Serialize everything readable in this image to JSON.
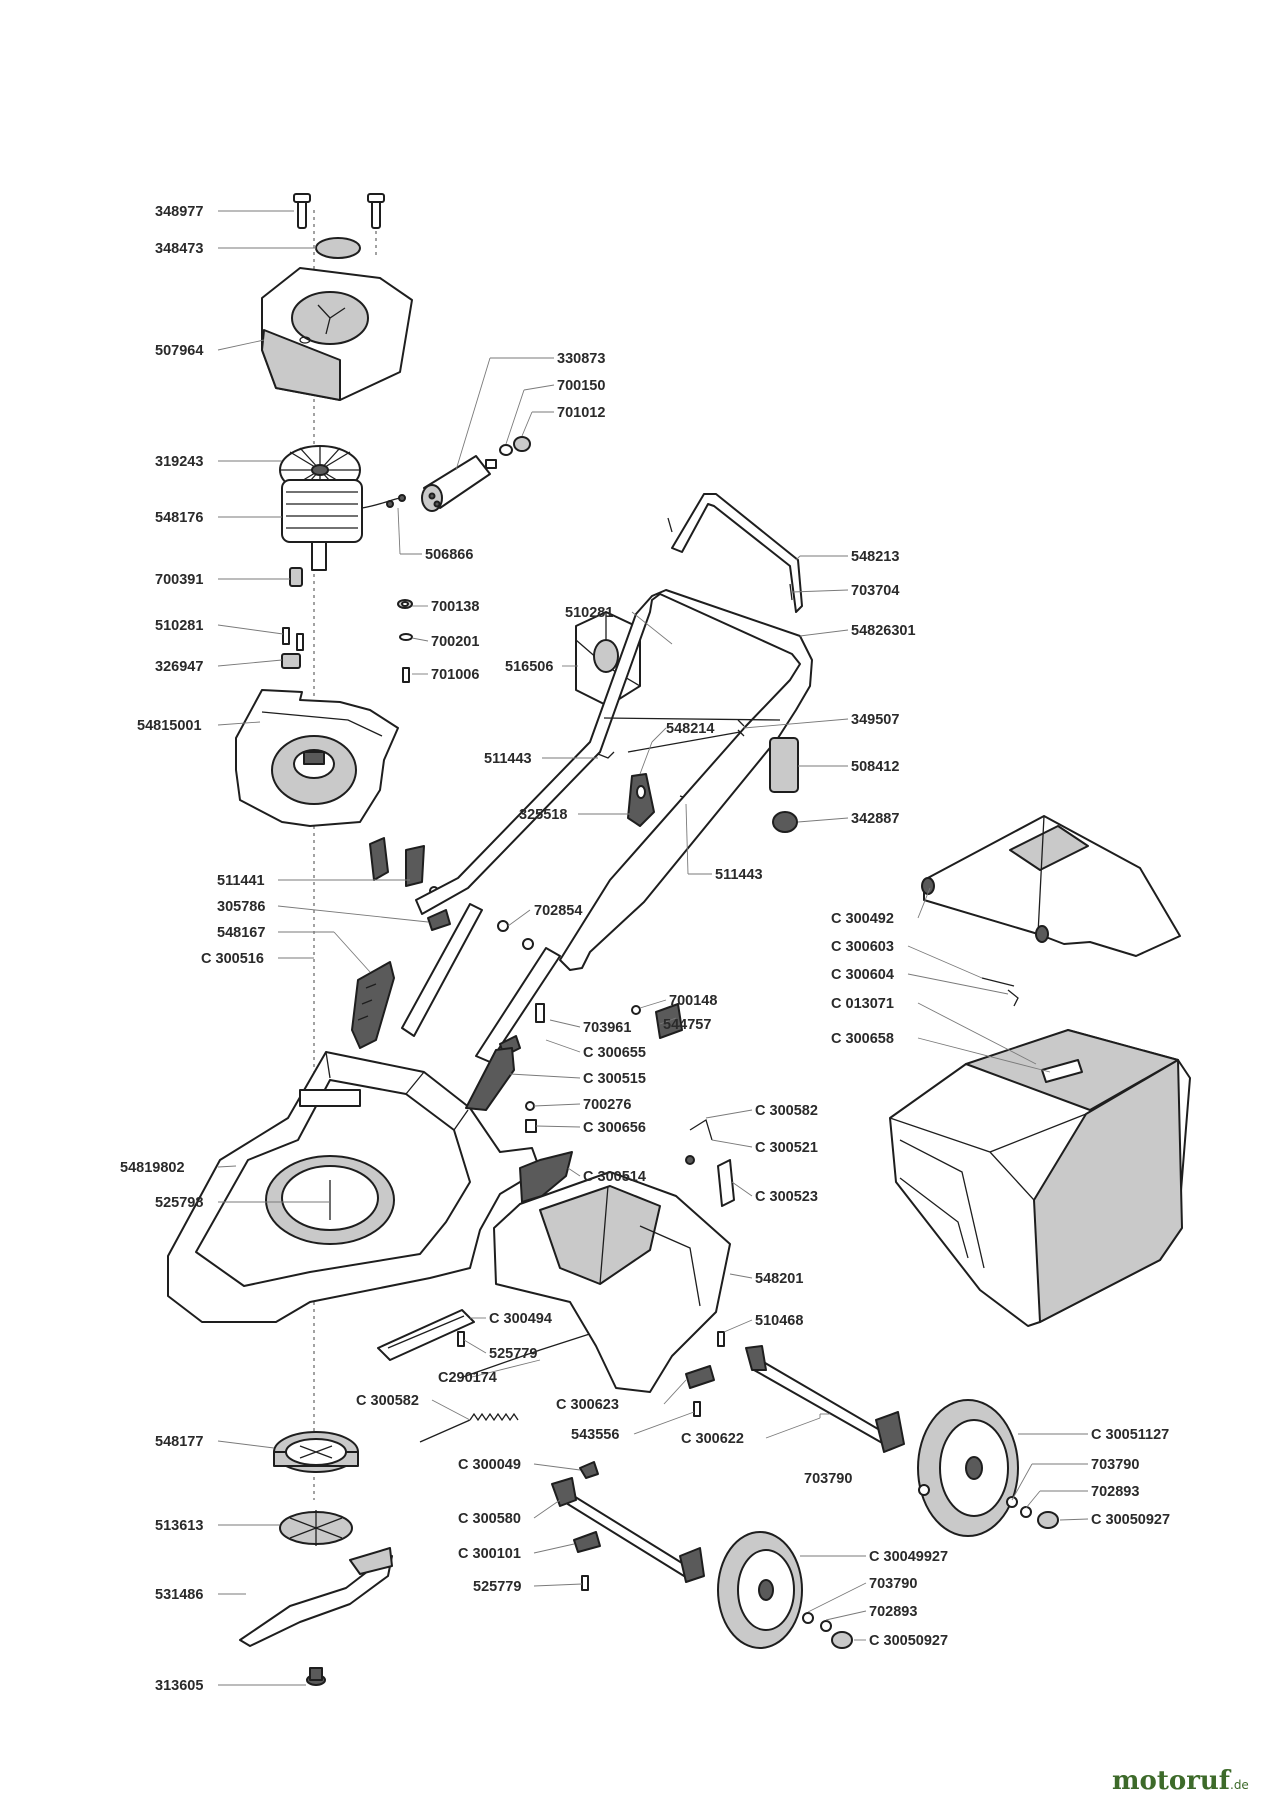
{
  "diagram": {
    "labels": {
      "l348977": "348977",
      "l348473": "348473",
      "l507964": "507964",
      "l319243": "319243",
      "l548176": "548176",
      "l700391": "700391",
      "l510281a": "510281",
      "l326947": "326947",
      "l54815001": "54815001",
      "l511441": "511441",
      "l305786": "305786",
      "l548167": "548167",
      "lC300516": "C 300516",
      "l54819802": "54819802",
      "l525798": "525798",
      "l548177": "548177",
      "l513613": "513613",
      "l531486": "531486",
      "l313605": "313605",
      "l330873": "330873",
      "l700150": "700150",
      "l701012": "701012",
      "l506866": "506866",
      "l700138": "700138",
      "l700201": "700201",
      "l701006": "701006",
      "l510281b": "510281",
      "l516506": "516506",
      "l548214": "548214",
      "l511443a": "511443",
      "l325518": "325518",
      "l511443b": "511443",
      "l702854": "702854",
      "l700148": "700148",
      "l703961": "703961",
      "l544757": "544757",
      "lC300655": "C 300655",
      "lC300515": "C 300515",
      "l700276": "700276",
      "lC300656": "C 300656",
      "lC300514": "C 300514",
      "lC300494": "C 300494",
      "l525779a": "525779",
      "lC290174": "C290174",
      "lC300582a": "C 300582",
      "lC300623": "C 300623",
      "l543556": "543556",
      "lC300622": "C 300622",
      "lC300049": "C 300049",
      "lC300580": "C 300580",
      "lC300101": "C 300101",
      "l525779b": "525779",
      "l548213": "548213",
      "l703704": "703704",
      "l54826301": "54826301",
      "l349507": "349507",
      "l508412": "508412",
      "l342887": "342887",
      "lC300492": "C 300492",
      "lC300603": "C 300603",
      "lC300604": "C 300604",
      "lC013071": "C 013071",
      "lC300658": "C 300658",
      "lC300582b": "C 300582",
      "lC300521": "C 300521",
      "lC300523": "C 300523",
      "l548201": "548201",
      "l510468": "510468",
      "l703790a": "703790",
      "lC30051127": "C 30051127",
      "l703790b": "703790",
      "l702893a": "702893",
      "lC30050927a": "C 30050927",
      "lC30049927": "C 30049927",
      "l703790c": "703790",
      "l702893b": "702893",
      "lC30050927b": "C 30050927"
    }
  },
  "watermark": {
    "brand": "motoruf",
    "suffix": ".de",
    "color": "#3d6a2a"
  }
}
